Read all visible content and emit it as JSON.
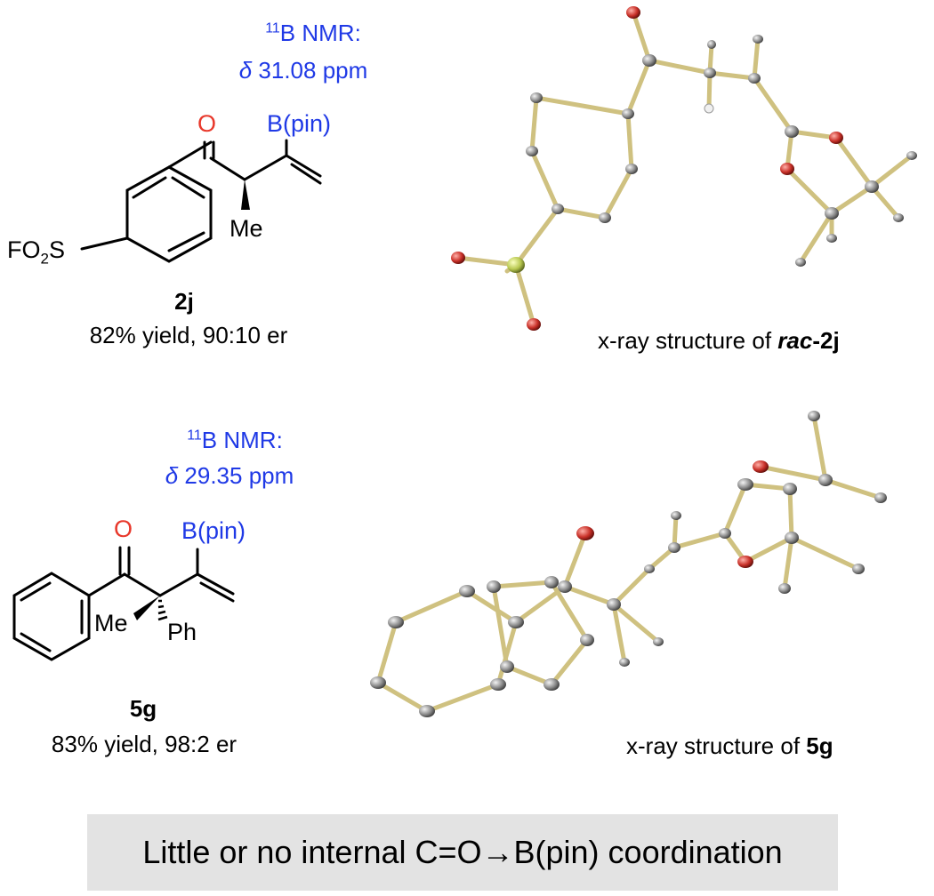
{
  "compound_2j": {
    "nmr_label_sup": "11",
    "nmr_label": "B NMR:",
    "nmr_delta": "δ",
    "nmr_shift": " 31.08 ppm",
    "atom_o": "O",
    "atom_bpin": "B(pin)",
    "group_fo2s": "FO",
    "group_fo2s_sub": "2",
    "group_fo2s_end": "S",
    "group_me": "Me",
    "id": "2j",
    "yield_er": "82% yield, 90:10 er",
    "xray_caption_prefix": "x-ray structure of ",
    "xray_caption_rac": "rac",
    "xray_caption_suffix": "-2j"
  },
  "compound_5g": {
    "nmr_label_sup": "11",
    "nmr_label": "B NMR:",
    "nmr_delta": "δ",
    "nmr_shift": " 29.35 ppm",
    "atom_o": "O",
    "atom_bpin": "B(pin)",
    "group_me": "Me",
    "group_ph": "Ph",
    "id": "5g",
    "yield_er": "83% yield, 98:2 er",
    "xray_caption_prefix": "x-ray structure of ",
    "xray_caption_id": "5g"
  },
  "banner": {
    "text": "Little or no internal C=O→B(pin) coordination"
  },
  "colors": {
    "nmr_blue": "#1f39e6",
    "oxygen_red": "#e8382b",
    "bond_gold": "#d8cc8c",
    "atom_gray": "#8c8c8c",
    "banner_gray": "#e3e3e3"
  }
}
